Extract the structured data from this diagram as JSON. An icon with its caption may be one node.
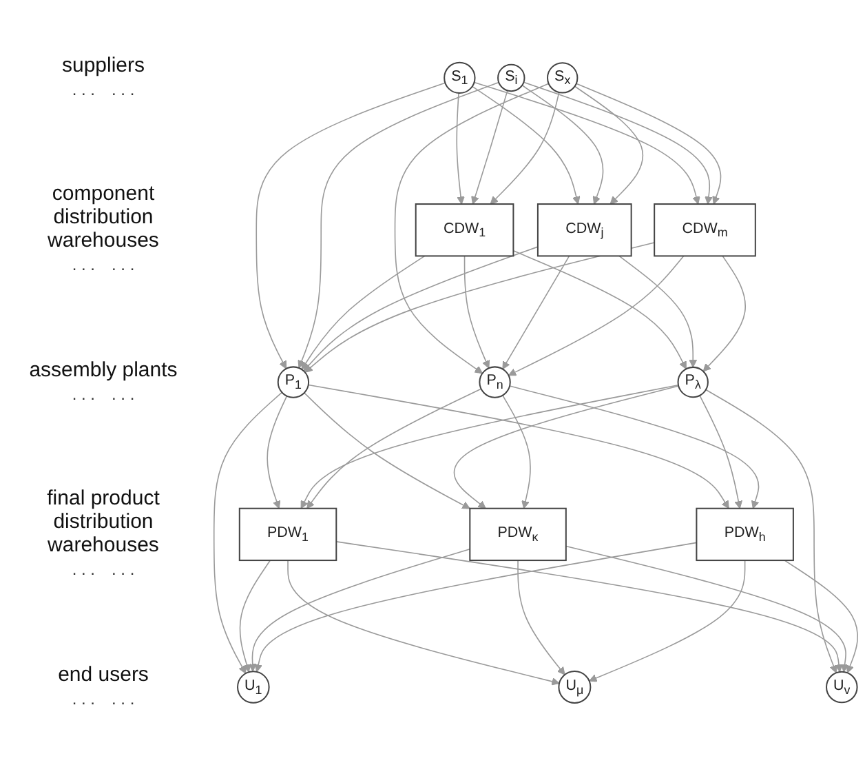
{
  "diagram": {
    "nodes": [
      {
        "text": [
          "S$_{1}$"
        ]
      },
      {
        "text": [
          "S$_{i}$"
        ]
      },
      {
        "text": [
          "S$_{x}$"
        ]
      },
      {
        "text": [
          "CDW$_{1}$"
        ]
      },
      {
        "text": [
          "CDW$_{j}$"
        ]
      },
      {
        "text": [
          "CDW$_{m}$"
        ]
      },
      {
        "text": [
          "P$_{1}$"
        ]
      },
      {
        "text": [
          "P$_{λ}$"
        ]
      },
      {
        "text": [
          "P$_{n}$"
        ]
      },
      {
        "text": [
          "PDW$_{1}$"
        ]
      },
      {
        "text": [
          "PDW$_{κ}$"
        ]
      },
      {
        "text": [
          "PDW$_{h}$"
        ]
      },
      {
        "text": [
          "U$_{1}$"
        ]
      },
      {
        "text": [
          "U$_{μ}$"
        ]
      },
      {
        "text": [
          "U$_{v}$"
        ]
      }
    ],
    "edges": [
      {
        "from": 0,
        "to": 3,
        "arrow": "to"
      },
      {
        "from": 0,
        "to": 4,
        "arrow": "to"
      },
      {
        "from": 0,
        "to": 5,
        "arrow": "to"
      },
      {
        "from": 1,
        "to": 3,
        "arrow": "to"
      },
      {
        "from": 1,
        "to": 4,
        "arrow": "to"
      },
      {
        "from": 1,
        "to": 5,
        "arrow": "to"
      },
      {
        "from": 2,
        "to": 3,
        "arrow": "to"
      },
      {
        "from": 2,
        "to": 4,
        "arrow": "to"
      },
      {
        "from": 2,
        "to": 5,
        "arrow": "to"
      },
      {
        "from": 0,
        "to": 6,
        "arrow": "to"
      },
      {
        "from": 1,
        "to": 6,
        "arrow": "to"
      },
      {
        "from": 2,
        "to": 8,
        "arrow": "to"
      },
      {
        "from": 3,
        "to": 6,
        "arrow": "to"
      },
      {
        "from": 3,
        "to": 7,
        "arrow": "to"
      },
      {
        "from": 3,
        "to": 8,
        "arrow": "to"
      },
      {
        "from": 4,
        "to": 6,
        "arrow": "to"
      },
      {
        "from": 4,
        "to": 7,
        "arrow": "to"
      },
      {
        "from": 4,
        "to": 8,
        "arrow": "to"
      },
      {
        "from": 5,
        "to": 6,
        "arrow": "to"
      },
      {
        "from": 5,
        "to": 7,
        "arrow": "to"
      },
      {
        "from": 5,
        "to": 8,
        "arrow": "to"
      },
      {
        "from": 6,
        "to": 9,
        "arrow": "to"
      },
      {
        "from": 6,
        "to": 10,
        "arrow": "to"
      },
      {
        "from": 6,
        "to": 11,
        "arrow": "to"
      },
      {
        "from": 7,
        "to": 9,
        "arrow": "to"
      },
      {
        "from": 7,
        "to": 10,
        "arrow": "to"
      },
      {
        "from": 7,
        "to": 11,
        "arrow": "to"
      },
      {
        "from": 8,
        "to": 9,
        "arrow": "to"
      },
      {
        "from": 8,
        "to": 10,
        "arrow": "to"
      },
      {
        "from": 8,
        "to": 11,
        "arrow": "to"
      },
      {
        "from": 6,
        "to": 12,
        "arrow": "to"
      },
      {
        "from": 7,
        "to": 14,
        "arrow": "to"
      },
      {
        "from": 9,
        "to": 12,
        "arrow": "to"
      },
      {
        "from": 9,
        "to": 13,
        "arrow": "to"
      },
      {
        "from": 9,
        "to": 14,
        "arrow": "to"
      },
      {
        "from": 10,
        "to": 12,
        "arrow": "to"
      },
      {
        "from": 10,
        "to": 13,
        "arrow": "to"
      },
      {
        "from": 10,
        "to": 14,
        "arrow": "to"
      },
      {
        "from": 11,
        "to": 12,
        "arrow": "to"
      },
      {
        "from": 11,
        "to": 13,
        "arrow": "to"
      },
      {
        "from": 11,
        "to": 14,
        "arrow": "to"
      }
    ],
    "labels": [
      "suppliers",
      ". . .",
      ". . .",
      "component distribution warehouses",
      ". . .",
      ". . .",
      "assembly plants",
      ". . .",
      ". . .",
      "final product distribution warehouses",
      ". . .",
      ". . .",
      "end users",
      ". . .",
      ". . ."
    ]
  }
}
